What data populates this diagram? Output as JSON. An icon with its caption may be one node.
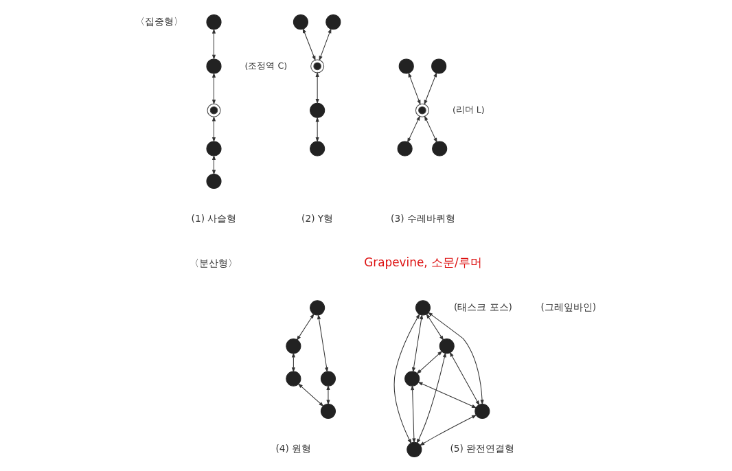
{
  "diagram": {
    "nodes": [
      {
        "text": [],
        "shape": "circle"
      },
      {
        "text": [],
        "shape": "circle"
      },
      {
        "text": [],
        "shape": "ring"
      },
      {
        "text": [],
        "shape": "circle"
      },
      {
        "text": [],
        "shape": "circle"
      },
      {
        "text": [],
        "shape": "circle"
      },
      {
        "text": [],
        "shape": "circle"
      },
      {
        "text": [],
        "shape": "ring",
        "beside": [
          "(조정역 C)"
        ]
      },
      {
        "text": [],
        "shape": "circle"
      },
      {
        "text": [],
        "shape": "circle"
      },
      {
        "text": [],
        "shape": "circle"
      },
      {
        "text": [],
        "shape": "circle"
      },
      {
        "text": [],
        "shape": "ring",
        "beside": [
          "(리더 L)"
        ]
      },
      {
        "text": [],
        "shape": "circle"
      },
      {
        "text": [],
        "shape": "circle"
      },
      {
        "text": [],
        "shape": "circle"
      },
      {
        "text": [],
        "shape": "circle"
      },
      {
        "text": [],
        "shape": "circle"
      },
      {
        "text": [],
        "shape": "circle"
      },
      {
        "text": [],
        "shape": "circle"
      },
      {
        "text": [],
        "shape": "circle"
      },
      {
        "text": [],
        "shape": "circle"
      },
      {
        "text": [],
        "shape": "circle"
      },
      {
        "text": [],
        "shape": "circle"
      },
      {
        "text": [],
        "shape": "circle"
      }
    ],
    "edges": [
      {
        "from": 0,
        "to": 1,
        "arrow": "both"
      },
      {
        "from": 1,
        "to": 2,
        "arrow": "both"
      },
      {
        "from": 2,
        "to": 3,
        "arrow": "both"
      },
      {
        "from": 3,
        "to": 4,
        "arrow": "both"
      },
      {
        "from": 5,
        "to": 7,
        "arrow": "both"
      },
      {
        "from": 6,
        "to": 7,
        "arrow": "both"
      },
      {
        "from": 7,
        "to": 8,
        "arrow": "both"
      },
      {
        "from": 8,
        "to": 9,
        "arrow": "both"
      },
      {
        "from": 10,
        "to": 12,
        "arrow": "both"
      },
      {
        "from": 11,
        "to": 12,
        "arrow": "both"
      },
      {
        "from": 12,
        "to": 13,
        "arrow": "both"
      },
      {
        "from": 12,
        "to": 14,
        "arrow": "both"
      },
      {
        "from": 15,
        "to": 16,
        "arrow": "both"
      },
      {
        "from": 15,
        "to": 17,
        "arrow": "both"
      },
      {
        "from": 16,
        "to": 18,
        "arrow": "both"
      },
      {
        "from": 17,
        "to": 19,
        "arrow": "both"
      },
      {
        "from": 18,
        "to": 19,
        "arrow": "both"
      },
      {
        "from": 20,
        "to": 21,
        "arrow": "both"
      },
      {
        "from": 20,
        "to": 22,
        "arrow": "both"
      },
      {
        "from": 20,
        "to": 23,
        "arrow": "both"
      },
      {
        "from": 20,
        "to": 24,
        "arrow": "both"
      },
      {
        "from": 21,
        "to": 22,
        "arrow": "both"
      },
      {
        "from": 21,
        "to": 23,
        "arrow": "both"
      },
      {
        "from": 21,
        "to": 24,
        "arrow": "both"
      },
      {
        "from": 22,
        "to": 23,
        "arrow": "both"
      },
      {
        "from": 22,
        "to": 24,
        "arrow": "both"
      },
      {
        "from": 23,
        "to": 24,
        "arrow": "both"
      }
    ],
    "labels": [
      "〈집중형〉",
      "(1) 사슬형",
      "(2) Y형",
      "(3) 수레바퀴형",
      "〈분산형〉",
      "(태스크 포스)",
      "Grapevine, 소문/루머",
      "(그레잎바인)",
      "(4) 원형",
      "(5) 완전연결형"
    ]
  }
}
